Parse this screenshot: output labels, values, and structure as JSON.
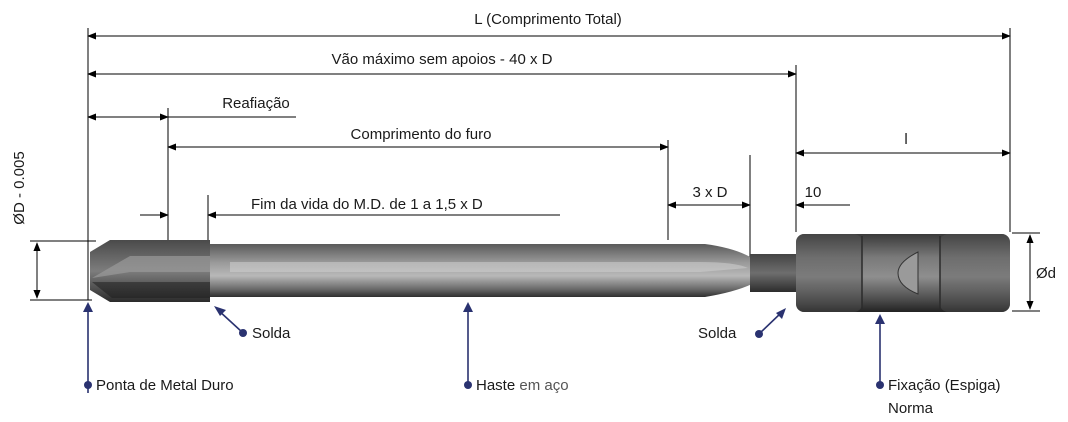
{
  "labels": {
    "total_length": "L (Comprimento Total)",
    "max_span": "Vão máximo sem apoios - 40 x D",
    "resharpening": "Reafiação",
    "hole_length": "Comprimento do furo",
    "end_of_life": "Fim da vida do M.D.  de 1 a 1,5 x D",
    "three_d": "3 x D",
    "ten": "10",
    "l_small": "l",
    "diameter_tolerance": "ØD - 0.005",
    "shank_diameter": "Ød",
    "weld_left": "Solda",
    "weld_right": "Solda",
    "tip": "Ponta de Metal Duro",
    "shaft_bold": "Haste",
    "shaft_rest": "em aço",
    "shank_line1": "Fixação (Espiga)",
    "shank_line2": "Norma"
  },
  "colors": {
    "accent": "#2a3270",
    "tool_dark": "#3a3a3a",
    "tool_mid": "#8a8a8a",
    "tool_light": "#bdbdbd"
  }
}
